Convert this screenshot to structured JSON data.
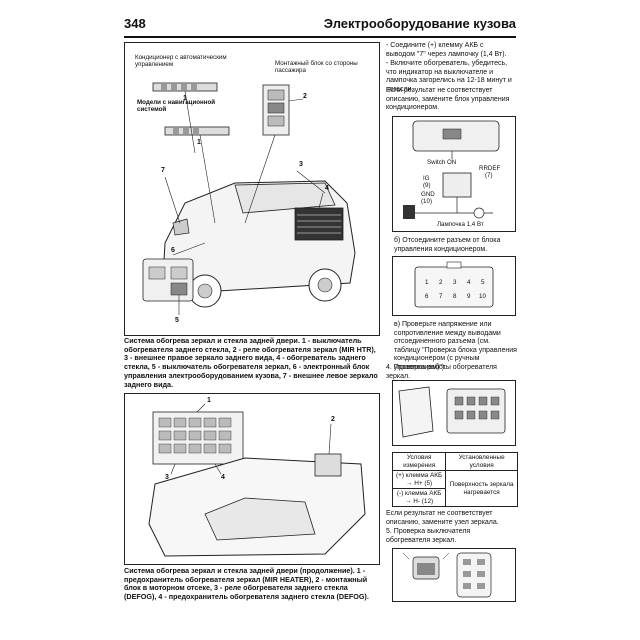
{
  "header": {
    "page_number": "348",
    "title": "Электрооборудование кузова"
  },
  "figure1": {
    "label_ac": "Кондиционер с автоматическим управлением",
    "label_nav": "Модели с навигационной системой",
    "label_block": "Монтажный блок со стороны пассажира",
    "callouts": [
      "1",
      "1",
      "2",
      "3",
      "4",
      "5",
      "6",
      "7"
    ],
    "caption": "Система обогрева зеркал и стекла задней двери. 1 - выключатель обогревателя заднего стекла, 2 - реле обогревателя зеркал (MIR HTR), 3 - внешнее правое зеркало заднего вида, 4 - обогреватель заднего стекла, 5 - выключатель обогревателя зеркал, 6 - электронный блок управления электрооборудованием кузова, 7 - внешнее левое зеркало заднего вида."
  },
  "figure2": {
    "callouts": [
      "1",
      "2",
      "3",
      "4"
    ],
    "caption": "Система обогрева зеркал и стекла задней двери (продолжение). 1 - предохранитель обогревателя зеркал (MIR HEATER), 2 - монтажный блок в моторном отсеке, 3 - реле обогревателя заднего стекла (DEFOG), 4 - предохранитель обогревателя заднего стекла (DEFOG)."
  },
  "right": {
    "bullet1": "- Соедините (+) клемму АКБ с выводом \"7\" через лампочку (1,4 Вт).",
    "bullet2": "- Включите обогреватель, убедитесь, что индикатор на выключателе и лампочка загорелись на 12-18 минут и погасли.",
    "para1": "Если результат не соответствует описанию, замените блок управления кондиционером.",
    "diag_switch": "Switch ON",
    "diag_ig": "IG",
    "diag_ig_num": "(9)",
    "diag_rrdef": "RRDEF",
    "diag_rrdef_num": "(7)",
    "diag_gnd": "GND",
    "diag_gnd_num": "(10)",
    "diag_lamp": "Лампочка 1,4 Вт",
    "step_b": "б) Отсоедините разъем от блока управления кондиционером.",
    "connector_pins": [
      "1",
      "2",
      "3",
      "4",
      "5",
      "6",
      "7",
      "8",
      "9",
      "10"
    ],
    "step_v": "в) Проверьте напряжение или сопротивление между выводами отсоединенного разъема (см. таблицу \"Проверка блока управления кондиционером (с ручным управлением)\").",
    "step_4": "4. Проверка работы обогревателя зеркал.",
    "table": {
      "head_left": "Условия измерения",
      "head_right": "Установленные условия",
      "row1_left": "(+) клемма АКБ → H+ (5)",
      "row2_left": "(-) клемма АКБ → H- (12)",
      "row_right": "Поверхность зеркала нагревается"
    },
    "para2": "Если результат не соответствует описанию, замените узел зеркала.",
    "step_5": "5. Проверка выключателя обогревателя зеркал."
  }
}
